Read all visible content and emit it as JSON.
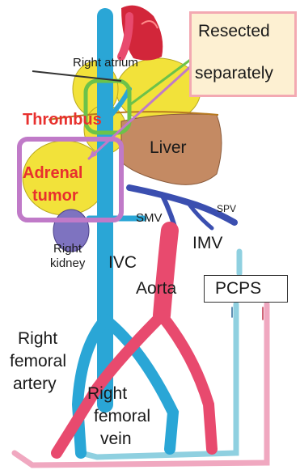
{
  "labels": {
    "resected": "Resected",
    "separately": "separately",
    "right_atrium": "Right atrium",
    "thrombus": "Thrombus",
    "liver": "Liver",
    "adrenal": "Adrenal",
    "tumor": "tumor",
    "spv": "SPV",
    "smv": "SMV",
    "imv": "IMV",
    "right_kidney_1": "Right",
    "right_kidney_2": "kidney",
    "ivc": "IVC",
    "aorta": "Aorta",
    "pcps": "PCPS",
    "femoral_artery_1": "Right",
    "femoral_artery_2": "femoral",
    "femoral_artery_3": "artery",
    "femoral_vein_1": "Right",
    "femoral_vein_2": "femoral",
    "femoral_vein_3": "vein"
  },
  "colors": {
    "vein": "#2aa6d6",
    "artery": "#e84a6e",
    "heart": "#d2263a",
    "yellow_mass": "#f2e23a",
    "liver": "#c48a63",
    "kidney": "#7e73c0",
    "portal": "#3b4fb0",
    "callout_bg": "#fdf0d2",
    "callout_border": "#f3a9b2",
    "thrombus_box": "#6cc24a",
    "tumor_box": "#c07ac8",
    "label_red": "#e8302e",
    "circuit_return": "#f0a8c0",
    "circuit_drain": "#8fd0e0"
  }
}
